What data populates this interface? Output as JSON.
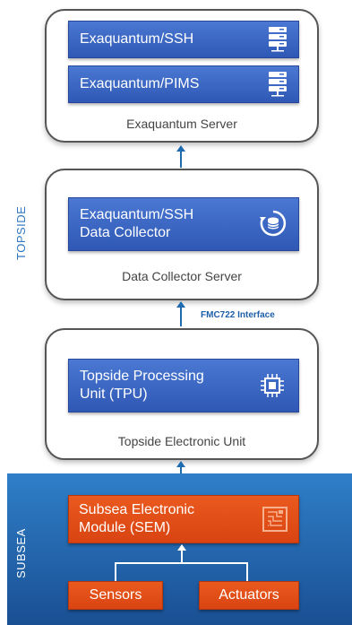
{
  "topside_label": "TOPSIDE",
  "subsea_label": "SUBSEA",
  "exaquantum_server": {
    "caption": "Exaquantum Server",
    "cards": [
      {
        "label": "Exaquantum/SSH",
        "icon": "server-rack-icon"
      },
      {
        "label": "Exaquantum/PIMS",
        "icon": "server-rack-icon"
      }
    ]
  },
  "data_collector_server": {
    "caption": "Data Collector Server",
    "card": {
      "line1": "Exaquantum/SSH",
      "line2": "Data Collector",
      "icon": "database-sync-icon"
    }
  },
  "interface_label": "FMC722 Interface",
  "topside_unit": {
    "caption": "Topside Electronic Unit",
    "card": {
      "line1": "Topside Processing",
      "line2": "Unit (TPU)",
      "icon": "processor-chip-icon"
    }
  },
  "subsea": {
    "sem": {
      "line1": "Subsea Electronic",
      "line2": "Module (SEM)",
      "icon": "circuit-board-icon"
    },
    "sensors": "Sensors",
    "actuators": "Actuators"
  },
  "colors": {
    "card_blue": "#3a66c4",
    "accent_blue": "#1e6bb0",
    "subsea_blue": "#2a6db5",
    "orange": "#e04e18"
  }
}
